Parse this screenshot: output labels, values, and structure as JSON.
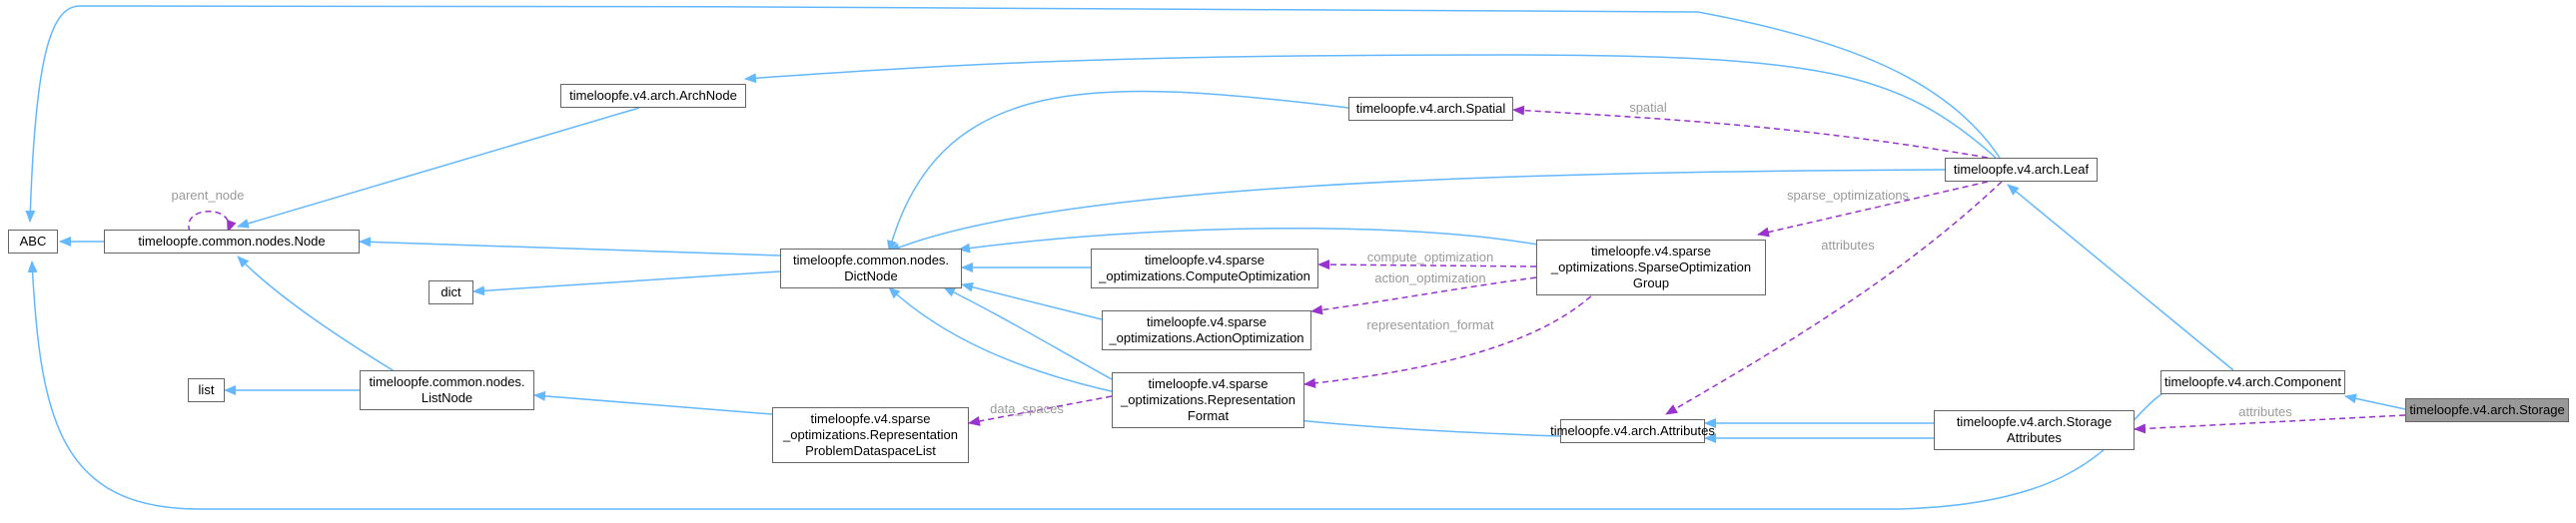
{
  "colors": {
    "inheritance": "#63b8ff",
    "usage": "#9a32cd",
    "edge_label": "#9a9a9a",
    "node_border": "#666666",
    "highlight_fill": "#999999"
  },
  "nodes": {
    "abc": [
      "ABC"
    ],
    "node": [
      "timeloopfe.common.nodes.Node"
    ],
    "archnode": [
      "timeloopfe.v4.arch.ArchNode"
    ],
    "dict": [
      "dict"
    ],
    "list": [
      "list"
    ],
    "dictnode": [
      "timeloopfe.common.nodes.",
      "DictNode"
    ],
    "listnode": [
      "timeloopfe.common.nodes.",
      "ListNode"
    ],
    "rpdl": [
      "timeloopfe.v4.sparse",
      "_optimizations.Representation",
      "ProblemDataspaceList"
    ],
    "spatial": [
      "timeloopfe.v4.arch.Spatial"
    ],
    "compute": [
      "timeloopfe.v4.sparse",
      "_optimizations.ComputeOptimization"
    ],
    "action": [
      "timeloopfe.v4.sparse",
      "_optimizations.ActionOptimization"
    ],
    "repfmt": [
      "timeloopfe.v4.sparse",
      "_optimizations.Representation",
      "Format"
    ],
    "sog": [
      "timeloopfe.v4.sparse",
      "_optimizations.SparseOptimization",
      "Group"
    ],
    "leaf": [
      "timeloopfe.v4.arch.Leaf"
    ],
    "attributes": [
      "timeloopfe.v4.arch.Attributes"
    ],
    "storageattr": [
      "timeloopfe.v4.arch.Storage",
      "Attributes"
    ],
    "component": [
      "timeloopfe.v4.arch.Component"
    ],
    "storage": [
      "timeloopfe.v4.arch.Storage"
    ]
  },
  "edge_labels": {
    "parent_node": "parent_node",
    "spatial": "spatial",
    "sparse_optimizations": "sparse_optimizations",
    "attributes_leaf": "attributes",
    "compute_optimization": "compute_optimization",
    "action_optimization": "action_optimization",
    "representation_format": "representation_format",
    "data_spaces": "data_spaces",
    "attributes_storage": "attributes"
  }
}
